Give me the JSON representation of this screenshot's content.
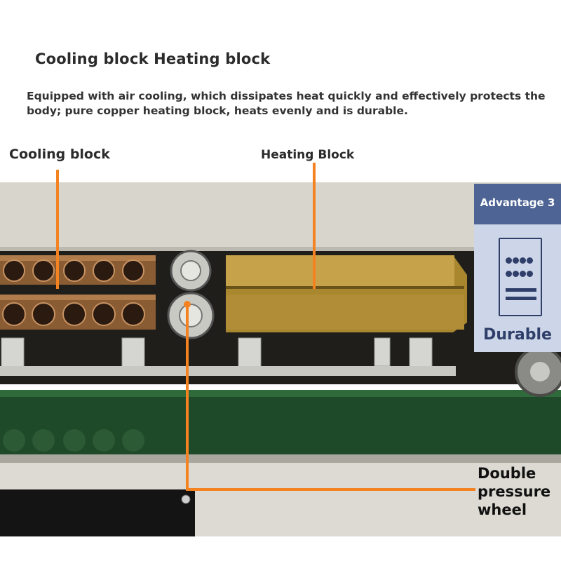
{
  "header": {
    "title": "Cooling block Heating block",
    "description": "Equipped with air cooling, which dissipates heat quickly and effectively protects the body; pure copper heating block, heats evenly and is durable."
  },
  "callouts": {
    "cooling_block": "Cooling block",
    "heating_block": "Heating Block",
    "double_pressure_wheel": "Double pressure wheel"
  },
  "badge": {
    "title": "Advantage 3",
    "subtitle": "Durable",
    "icon": "server-rack-icon"
  },
  "colors": {
    "leader_line": "#f58220",
    "badge_dark": "#4d6494",
    "badge_light": "#cdd5e8",
    "badge_text": "#2f3f6a",
    "copper": "#a4703f",
    "brass": "#b8953a"
  }
}
